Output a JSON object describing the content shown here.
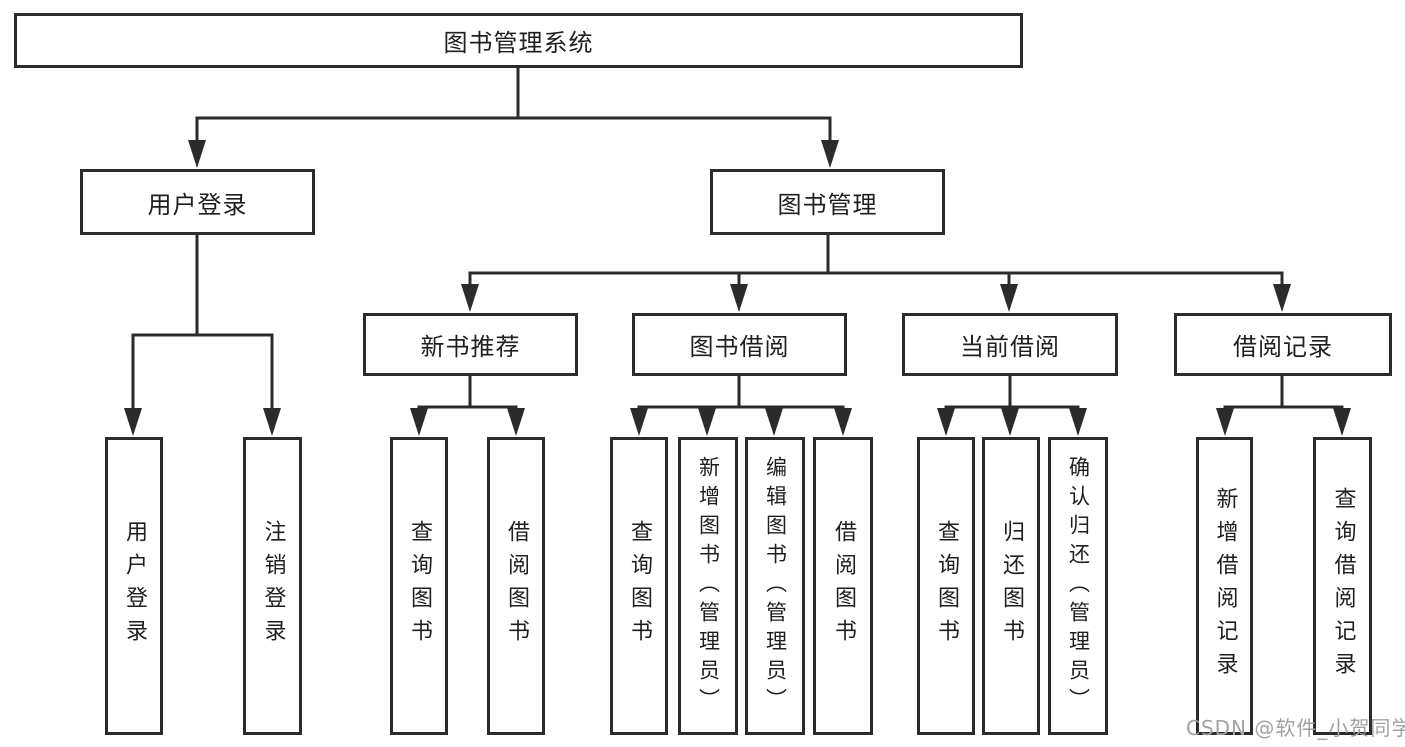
{
  "diagram": {
    "root": {
      "label": "图书管理系统"
    },
    "branches": [
      {
        "label": "用户登录",
        "leaves": [
          {
            "label": "用户登录"
          },
          {
            "label": "注销登录"
          }
        ]
      },
      {
        "label": "图书管理",
        "children": [
          {
            "label": "新书推荐",
            "leaves": [
              {
                "label": "查询图书"
              },
              {
                "label": "借阅图书"
              }
            ]
          },
          {
            "label": "图书借阅",
            "leaves": [
              {
                "label": "查询图书"
              },
              {
                "label": "新增图书（管理员）"
              },
              {
                "label": "编辑图书（管理员）"
              },
              {
                "label": "借阅图书"
              }
            ]
          },
          {
            "label": "当前借阅",
            "leaves": [
              {
                "label": "查询图书"
              },
              {
                "label": "归还图书"
              },
              {
                "label": "确认归还（管理员）"
              }
            ]
          },
          {
            "label": "借阅记录",
            "leaves": [
              {
                "label": "新增借阅记录"
              },
              {
                "label": "查询借阅记录"
              }
            ]
          }
        ]
      }
    ]
  },
  "watermark": {
    "text": "CSDN @软件_小贺同学"
  },
  "colors": {
    "line": "#2b2b2b",
    "box_border": "#2b2b2b",
    "text": "#1f1f1f",
    "watermark": "#a2a2a6",
    "background": "#ffffff"
  }
}
